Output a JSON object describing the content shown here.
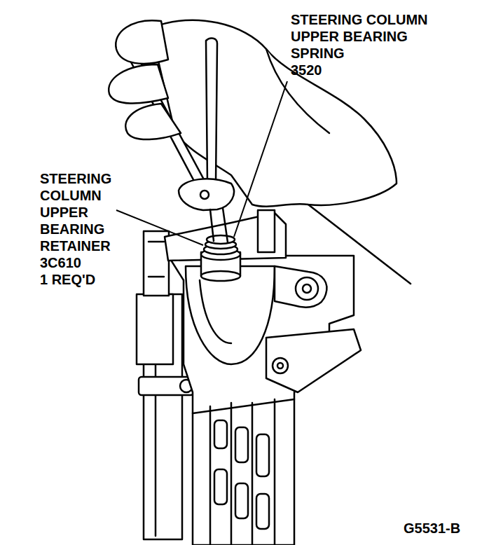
{
  "diagram": {
    "labels": [
      "STEERING COLUMN UPPER BEARING SPRING",
      "3520",
      "STEERING COLUMN UPPER BEARING RETAINER",
      "3C610",
      "1 REQ'D",
      "G5531-B"
    ]
  }
}
